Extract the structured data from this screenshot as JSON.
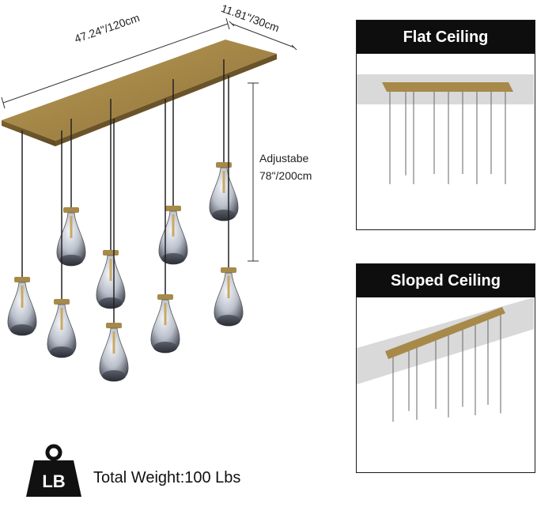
{
  "dimensions": {
    "length_label": "47.24\"/120cm",
    "width_label": "11.81\"/30cm",
    "height_label_line1": "Adjustabe",
    "height_label_line2": "78\"/200cm"
  },
  "panels": {
    "flat": {
      "title": "Flat Ceiling"
    },
    "sloped": {
      "title": "Sloped Ceiling"
    }
  },
  "weight": {
    "icon_label": "LB",
    "text": "Total Weight:100 Lbs"
  },
  "colors": {
    "brass": "#a7894a",
    "panel_header": "#0e0e0e",
    "ceiling_gray": "#d9d9d9"
  },
  "icons": [
    "weight-icon",
    "pendant-lamp-icon"
  ]
}
